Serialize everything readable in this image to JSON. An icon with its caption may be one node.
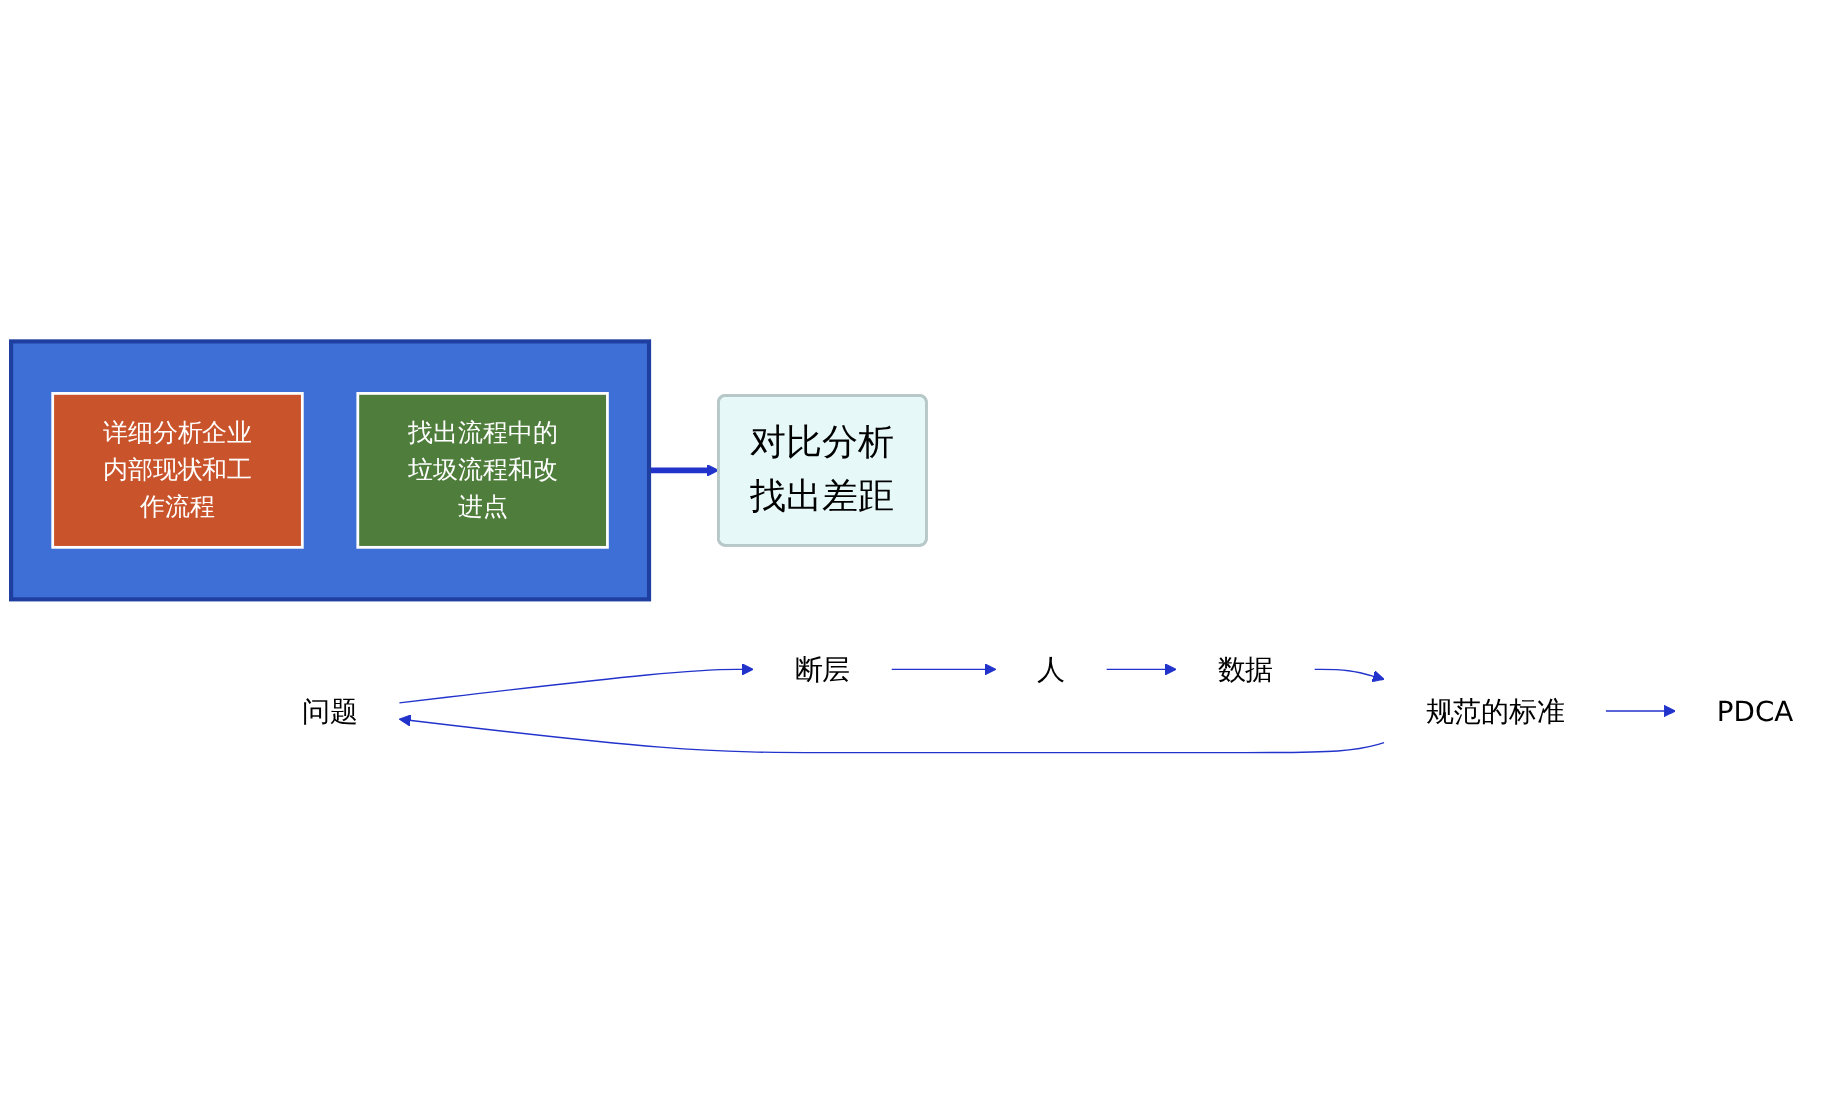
{
  "diagram": {
    "nodes": [
      {
        "text": [],
        "shape": "arrow"
      },
      {
        "text": [
          "详细分析企业内部现状和工作流程"
        ],
        "in": 0
      },
      {
        "text": [
          "找出流程中的垃圾流程和改进点"
        ],
        "in": 0
      },
      {
        "text": [
          "对比分析找出差距"
        ]
      },
      {
        "text": [
          "问题"
        ]
      },
      {
        "text": [
          "断层"
        ]
      },
      {
        "text": [
          "人"
        ]
      },
      {
        "text": [
          "数据"
        ]
      },
      {
        "text": [
          "规范的标准"
        ]
      },
      {
        "text": [
          "PDCA"
        ]
      }
    ],
    "edges": [
      {
        "from": 0,
        "to": 3,
        "arrow": "to",
        "style": "thick"
      },
      {
        "from": 4,
        "to": 5,
        "arrow": "to"
      },
      {
        "from": 5,
        "to": 6,
        "arrow": "to"
      },
      {
        "from": 6,
        "to": 7,
        "arrow": "to"
      },
      {
        "from": 7,
        "to": 8,
        "arrow": "to"
      },
      {
        "from": 8,
        "to": 4,
        "arrow": "to"
      },
      {
        "from": 8,
        "to": 9,
        "arrow": "to"
      }
    ]
  }
}
